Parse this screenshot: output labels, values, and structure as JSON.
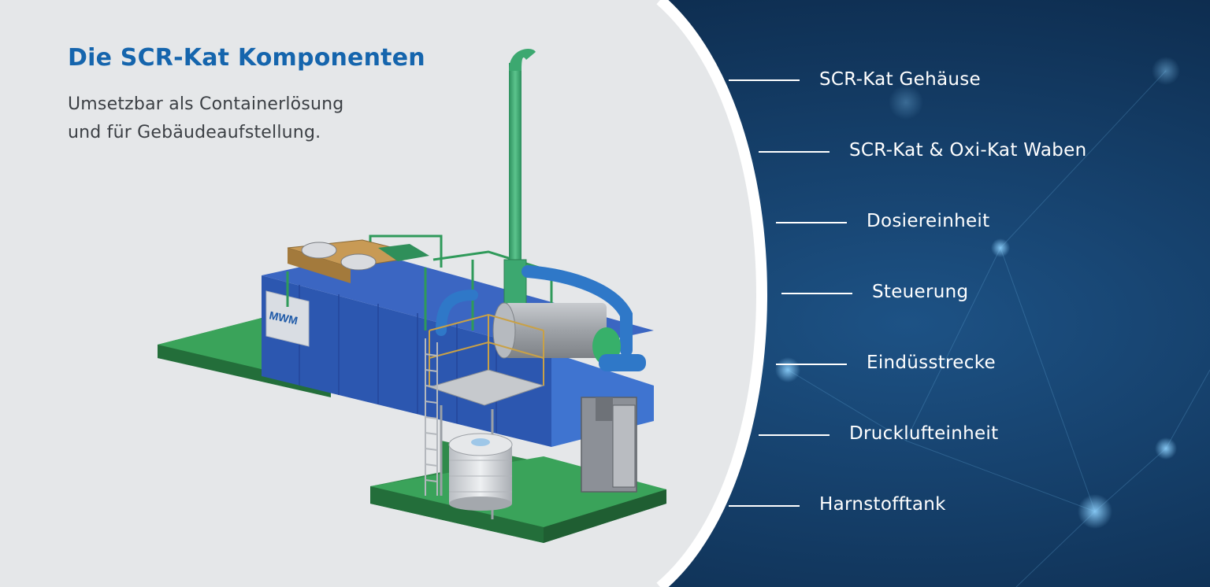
{
  "header": {
    "title": "Die SCR-Kat Komponenten",
    "subtitle_line1": "Umsetzbar als Containerlösung",
    "subtitle_line2": "und für Gebäudeaufstellung."
  },
  "logo": {
    "text": "MWM"
  },
  "components": [
    {
      "label": "SCR-Kat Gehäuse"
    },
    {
      "label": "SCR-Kat & Oxi-Kat Waben"
    },
    {
      "label": "Dosiereinheit"
    },
    {
      "label": "Steuerung"
    },
    {
      "label": "Eindüsstrecke"
    },
    {
      "label": "Drucklufteinheit"
    },
    {
      "label": "Harnstofftank"
    }
  ],
  "colors": {
    "title": "#1565ad",
    "left_panel": "#e5e7e9",
    "right_panel": "#0f3156",
    "container": "#2c57b0",
    "base": "#2f8a4a",
    "pipes_green": "#3ca870",
    "pipes_blue": "#2f78c8"
  }
}
